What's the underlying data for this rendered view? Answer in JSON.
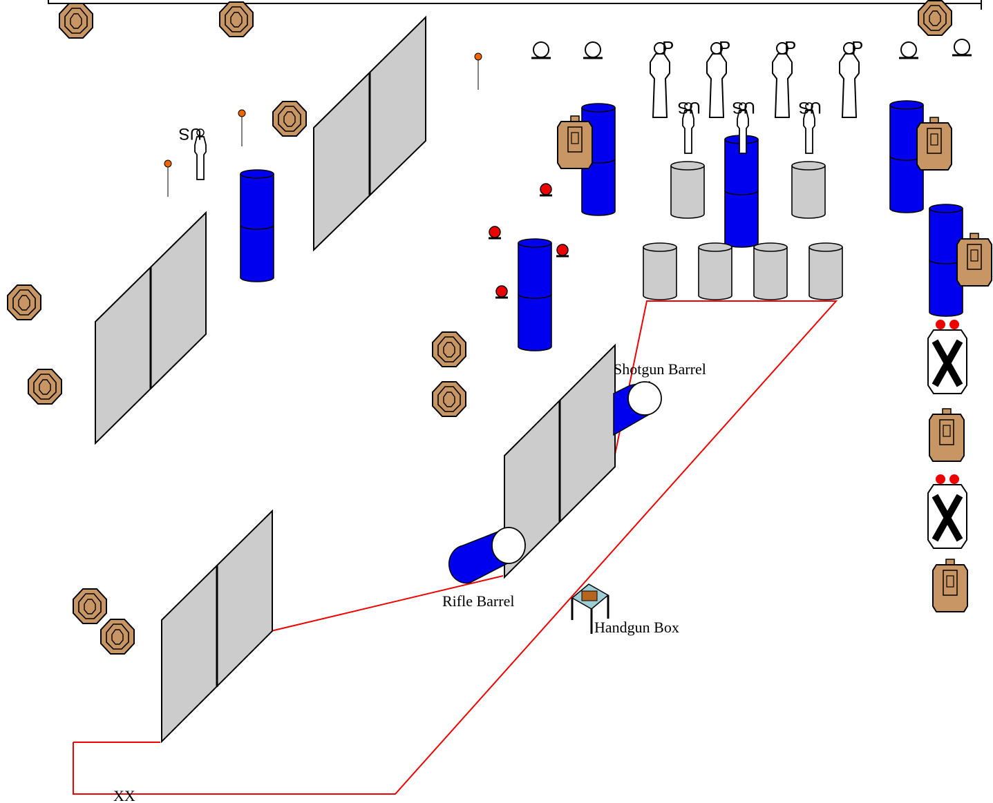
{
  "labels": {
    "shotgun_barrel": "Shotgun Barrel",
    "rifle_barrel": "Rifle Barrel",
    "handgun_box": "Handgun Box",
    "start_marker": "XX"
  },
  "target_marks": {
    "no_shoot": "US",
    "popper": "P"
  },
  "colors": {
    "barrel_blue": "#0000ee",
    "wall_gray": "#cccccc",
    "drum_gray": "#cccccc",
    "target_tan": "#c89664",
    "fault_line": "#ee0000",
    "steel_red": "#ee0000",
    "pin_orange": "#ee6600"
  }
}
